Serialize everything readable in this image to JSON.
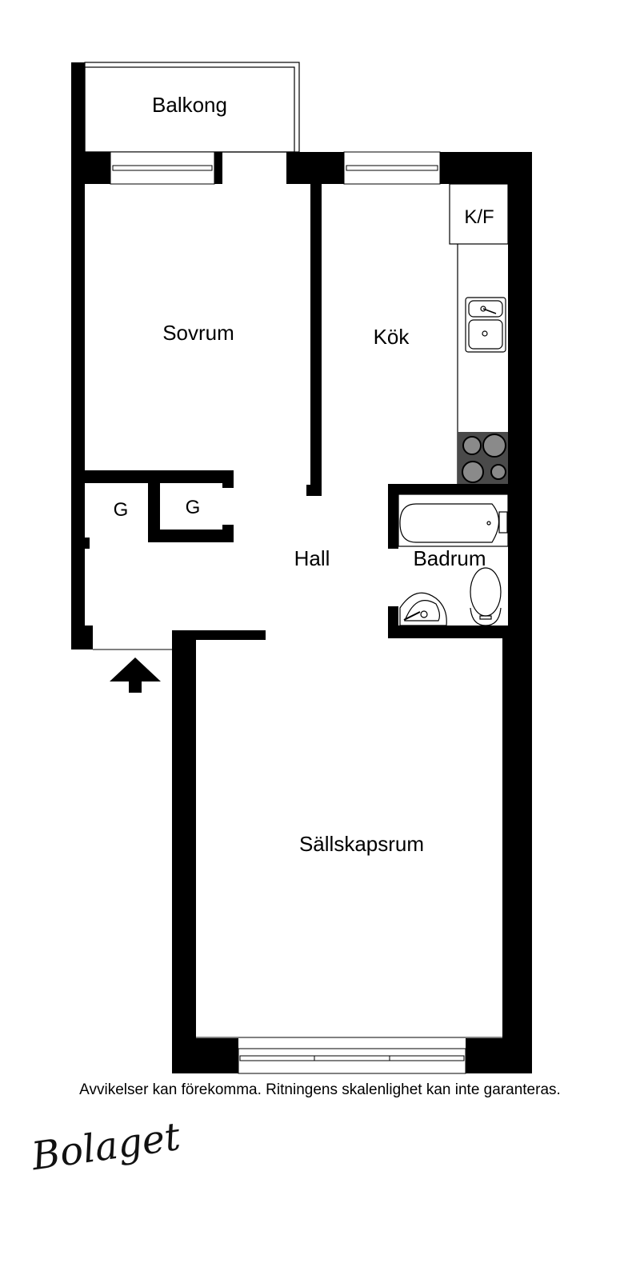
{
  "rooms": {
    "balcony": "Balkong",
    "bedroom": "Sovrum",
    "kitchen": "Kök",
    "fridge_freezer": "K/F",
    "closet_1": "G",
    "closet_2": "G",
    "hall": "Hall",
    "bathroom": "Badrum",
    "living_room": "Sällskapsrum"
  },
  "footer": {
    "disclaimer": "Avvikelser kan förekomma. Ritningens skalenlighet kan inte garanteras.",
    "logo": "Bolaget"
  },
  "colors": {
    "wall": "#000000",
    "stove": "#4a4a4a",
    "burner": "#8a8a8a"
  }
}
